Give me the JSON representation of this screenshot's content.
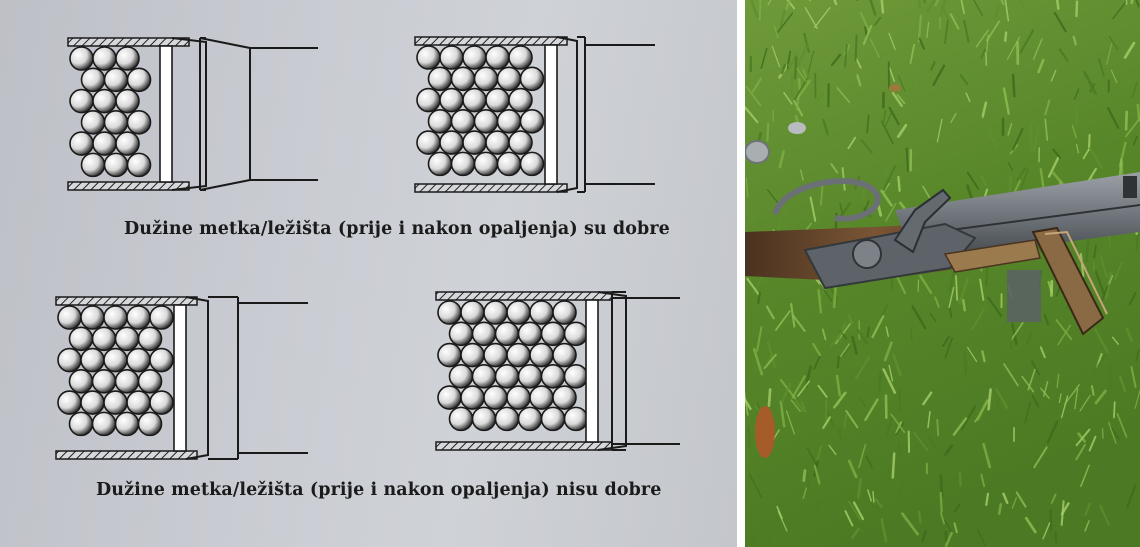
{
  "page": {
    "captions": {
      "top": "Dužine metka/ležišta (prije i nakon opaljenja) su dobre",
      "bottom": "Dužine metka/ležišta (prije i nakon opaljenja) nisu dobre"
    }
  },
  "photo": {
    "subject": "flintlock-shotgun-on-grass",
    "colors": {
      "grass": "#5b8a2c",
      "metal": "#6e7479",
      "wood": "#6a4a2f"
    }
  },
  "diagram": {
    "colors": {
      "paper": "#c9ccd2",
      "ink": "#1a1a1a",
      "pellet": "#e8e8e8"
    }
  }
}
